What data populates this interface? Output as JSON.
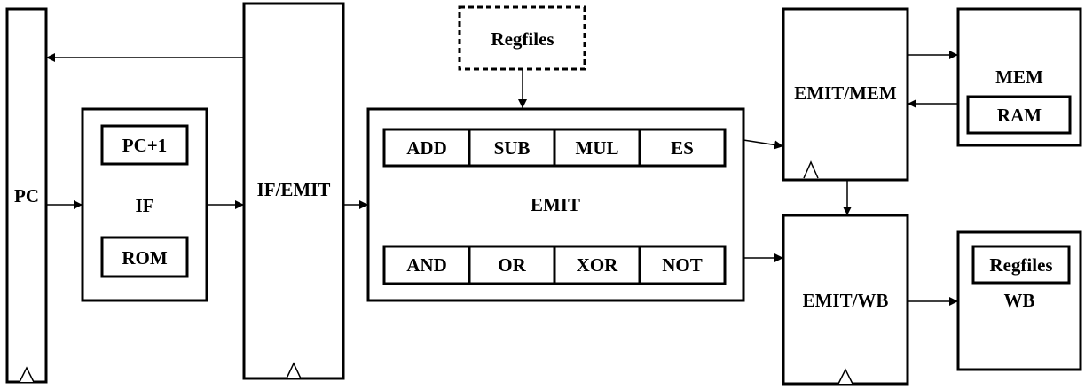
{
  "diagram": {
    "pc": "PC",
    "if_stage": "IF",
    "pc_plus_1": "PC+1",
    "rom": "ROM",
    "if_emit": "IF/EMIT",
    "regfiles_top": "Regfiles",
    "emit": "EMIT",
    "ops_top": [
      "ADD",
      "SUB",
      "MUL",
      "ES"
    ],
    "ops_bottom": [
      "AND",
      "OR",
      "XOR",
      "NOT"
    ],
    "emit_mem": "EMIT/MEM",
    "emit_wb": "EMIT/WB",
    "mem": "MEM",
    "ram": "RAM",
    "wb": "WB",
    "regfiles_wb": "Regfiles"
  }
}
